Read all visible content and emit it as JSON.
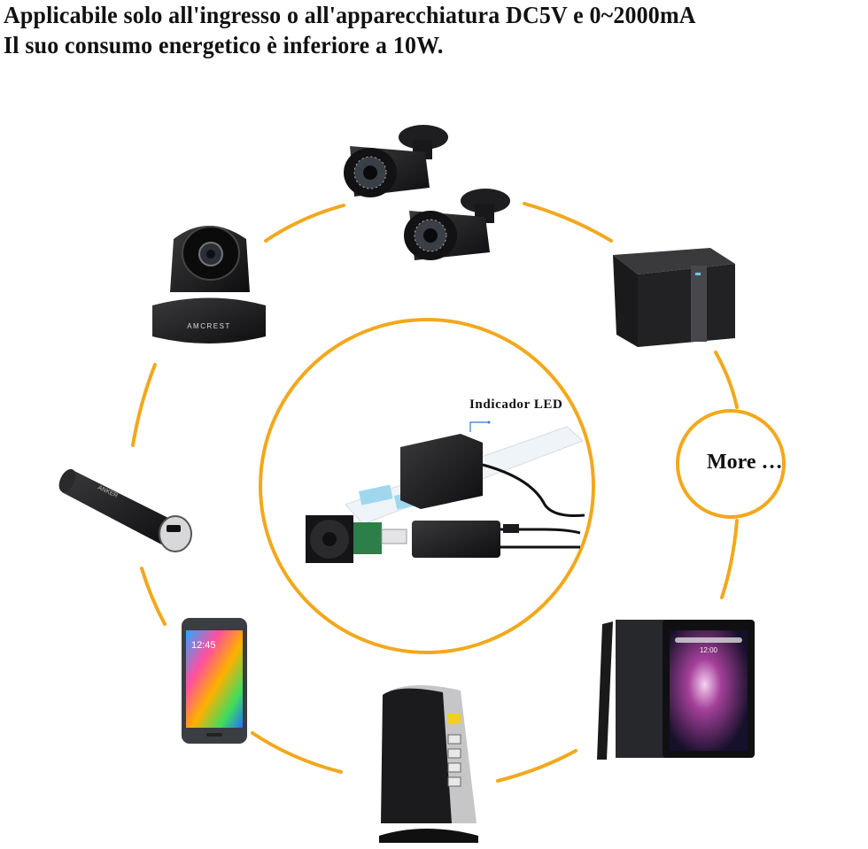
{
  "headline": {
    "line1": "Applicabile solo all'ingresso o all'apparecchiatura DC5V e 0~2000mA",
    "line2": "Il suo consumo energetico è inferiore a 10W."
  },
  "center": {
    "label": "Indicador LED",
    "items": [
      "power-adapter-icon",
      "power-strip-icon",
      "usb-fan-icon",
      "usb-converter-icon"
    ]
  },
  "more": {
    "label": "More …"
  },
  "devices": [
    {
      "name": "ptz-camera",
      "brand": "AMCREST"
    },
    {
      "name": "bullet-cameras"
    },
    {
      "name": "bluetooth-speaker"
    },
    {
      "name": "power-bank",
      "brand": "ANKER"
    },
    {
      "name": "smartphone",
      "clock": "12:45"
    },
    {
      "name": "router"
    },
    {
      "name": "tablet",
      "clock": "12:00"
    }
  ],
  "colors": {
    "accent": "#F2A81D",
    "device_dark": "#1c1c1e",
    "background": "#ffffff"
  }
}
